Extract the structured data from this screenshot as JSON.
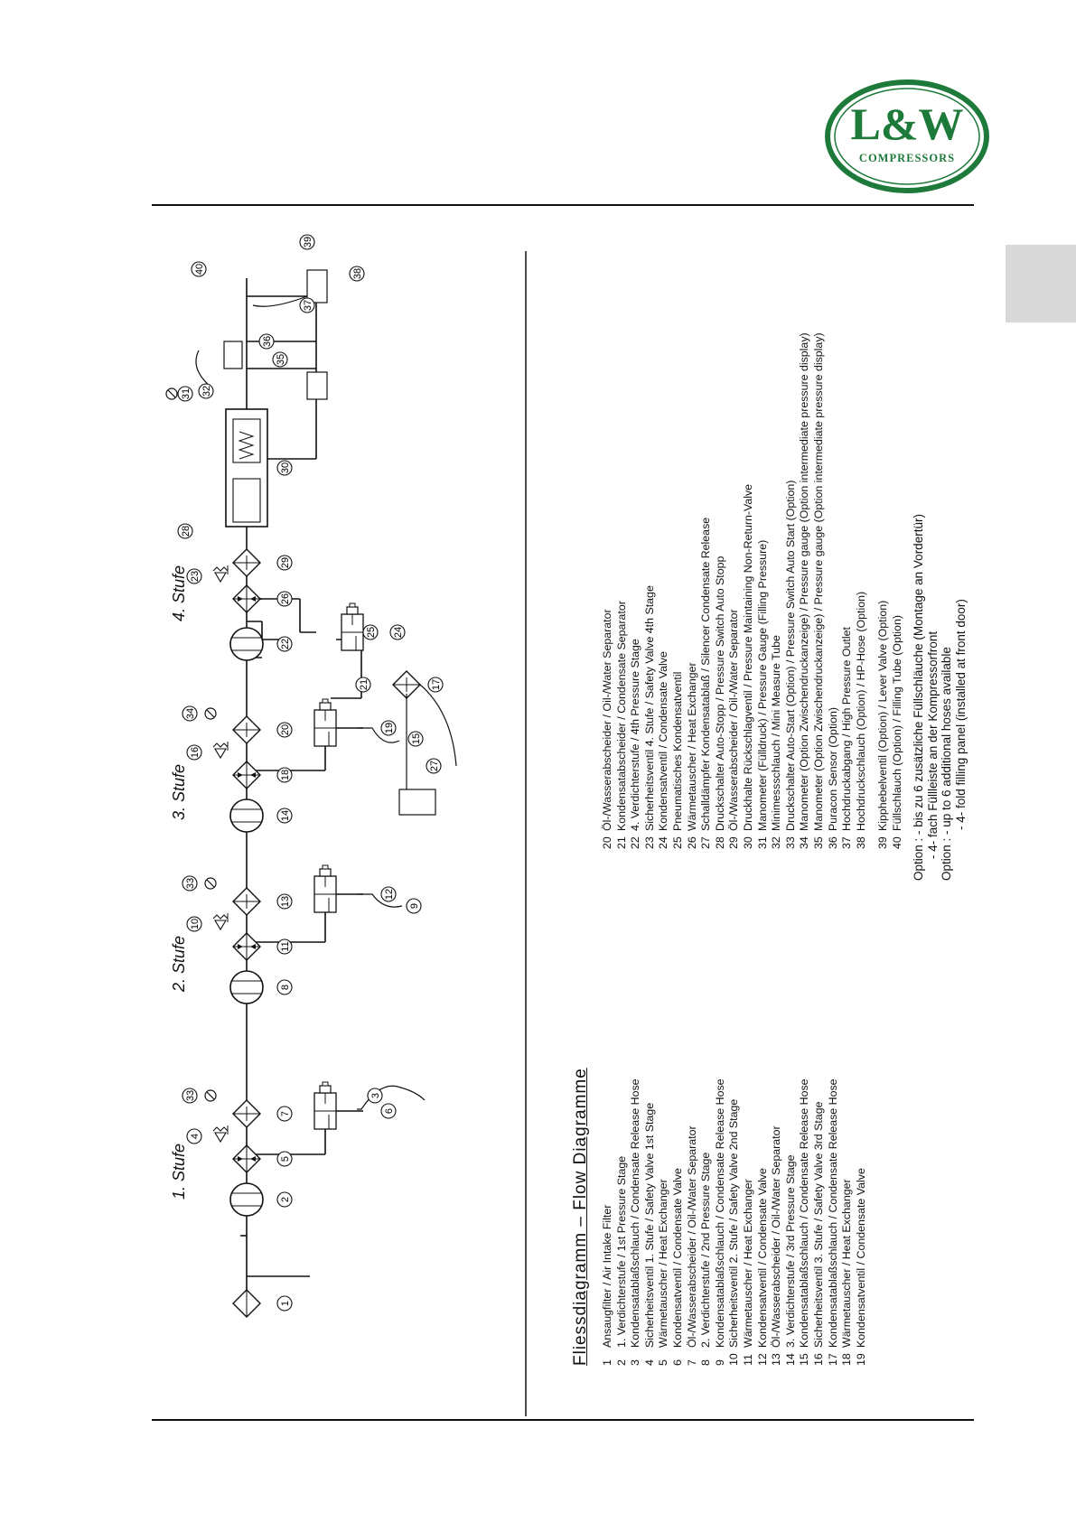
{
  "brand": {
    "logo_text": "L&W",
    "logo_sub": "COMPRESSORS",
    "color": "#1e7a3a"
  },
  "diagram": {
    "title": "Fliessdiagramm  –  Flow Diagramme",
    "stages": [
      "1. Stufe",
      "2. Stufe",
      "3. Stufe",
      "4. Stufe"
    ],
    "callouts": [
      "1",
      "2",
      "3",
      "4",
      "5",
      "6",
      "7",
      "8",
      "9",
      "10",
      "11",
      "12",
      "13",
      "14",
      "15",
      "16",
      "17",
      "18",
      "19",
      "20",
      "21",
      "22",
      "23",
      "24",
      "25",
      "26",
      "27",
      "28",
      "29",
      "30",
      "31",
      "32",
      "33",
      "33",
      "34",
      "35",
      "36",
      "37",
      "38",
      "39",
      "40"
    ]
  },
  "legend_left": [
    {
      "num": "1",
      "text": "Ansaugfilter  /  Air Intake Filter"
    },
    {
      "num": "2",
      "text": "1. Verdichterstufe  /  1st Pressure Stage"
    },
    {
      "num": "3",
      "text": "Kondensatablaßschlauch  /  Condensate Release Hose"
    },
    {
      "num": "4",
      "text": "Sicherheitsventil 1. Stufe  /  Safety Valve 1st Stage"
    },
    {
      "num": "5",
      "text": "Wärmetauscher  /  Heat Exchanger"
    },
    {
      "num": "6",
      "text": "Kondensatventil  /  Condensate Valve"
    },
    {
      "num": "7",
      "text": "Öl-/Wasserabscheider  /  Oil-/Water Separator"
    },
    {
      "num": "8",
      "text": "2. Verdichterstufe  /  2nd Pressure Stage"
    },
    {
      "num": "9",
      "text": "Kondensatablaßschlauch  /  Condensate Release Hose"
    },
    {
      "num": "10",
      "text": "Sicherheitsventil 2. Stufe  /  Safety Valve 2nd Stage"
    },
    {
      "num": "11",
      "text": "Wärmetauscher  /  Heat Exchanger"
    },
    {
      "num": "12",
      "text": "Kondensatventil  /  Condensate Valve"
    },
    {
      "num": "13",
      "text": "Öl-/Wasserabscheider  /  Oil-/Water Separator"
    },
    {
      "num": "14",
      "text": "3. Verdichterstufe  /  3rd Pressure Stage"
    },
    {
      "num": "15",
      "text": "Kondensatablaßschlauch  /  Condensate Release Hose"
    },
    {
      "num": "16",
      "text": "Sicherheitsventil 3. Stufe  /  Safety Valve 3rd Stage"
    },
    {
      "num": "17",
      "text": "Kondensatablaßschlauch  /  Condensate Release Hose"
    },
    {
      "num": "18",
      "text": "Wärmetauscher  /  Heat Exchanger"
    },
    {
      "num": "19",
      "text": "Kondensatventil  /  Condensate Valve"
    }
  ],
  "legend_right": [
    {
      "num": "20",
      "text": "Öl-/Wasserabscheider  /  Oil-/Water Separator"
    },
    {
      "num": "21",
      "text": "Kondensatabscheider  /  Condensate Separator"
    },
    {
      "num": "22",
      "text": "4. Verdichterstufe  /  4th Pressure Stage"
    },
    {
      "num": "23",
      "text": "Sicherheitsventil 4. Stufe  /  Safety Valve 4th Stage"
    },
    {
      "num": "24",
      "text": "Kondensatventil  /  Condensate Valve"
    },
    {
      "num": "25",
      "text": "Pneumatisches Kondensatventil"
    },
    {
      "num": "26",
      "text": "Wärmetauscher  /  Heat Exchanger"
    },
    {
      "num": "27",
      "text": "Schalldämpfer Kondensatablaß  /  Silencer Condensate Release"
    },
    {
      "num": "28",
      "text": "Druckschalter Auto-Stopp / Pressure Switch Auto Stopp"
    },
    {
      "num": "29",
      "text": "Öl-/Wasserabscheider  /  Oil-/Water Separator"
    },
    {
      "num": "30",
      "text": "Druckhalte Rückschlagventil  /  Pressure Maintaining Non-Return-Valve"
    },
    {
      "num": "31",
      "text": "Manometer (Fülldruck)  /  Pressure Gauge (Filling Pressure)"
    },
    {
      "num": "32",
      "text": "Minimessschlauch / Mini Measure Tube"
    },
    {
      "num": "33",
      "text": "Druckschalter Auto-Start (Option)  /  Pressure Switch Auto Start (Option)"
    },
    {
      "num": "34",
      "text": "Manometer (Option Zwischendruckanzeige)  /  Pressure gauge (Option intermediate pressure display)"
    },
    {
      "num": "35",
      "text": "Manometer (Option Zwischendruckanzeige)  /  Pressure gauge (Option intermediate pressure display)"
    },
    {
      "num": "36",
      "text": "Puracon Sensor (Option)"
    },
    {
      "num": "37",
      "text": "Hochdruckabgang  /  High Pressure Outlet"
    },
    {
      "num": "38",
      "text": "Hochdruckschlauch (Option) / HP-Hose (Option)"
    }
  ],
  "legend_extra": [
    {
      "num": "39",
      "text": "Kipphebelventil (Option)  /  Lever Valve (Option)"
    },
    {
      "num": "40",
      "text": "Füllschlauch (Option)  /  Filling Tube (Option)"
    }
  ],
  "options": [
    "Option : - bis zu 6 zusätzliche Füllschläuche (Montage an Vordertür)",
    "- 4- fach Füllleiste an der Kompressorfront",
    "Option : - up to 6 additional hoses available",
    "- 4- fold filling panel (installed at front door)"
  ]
}
